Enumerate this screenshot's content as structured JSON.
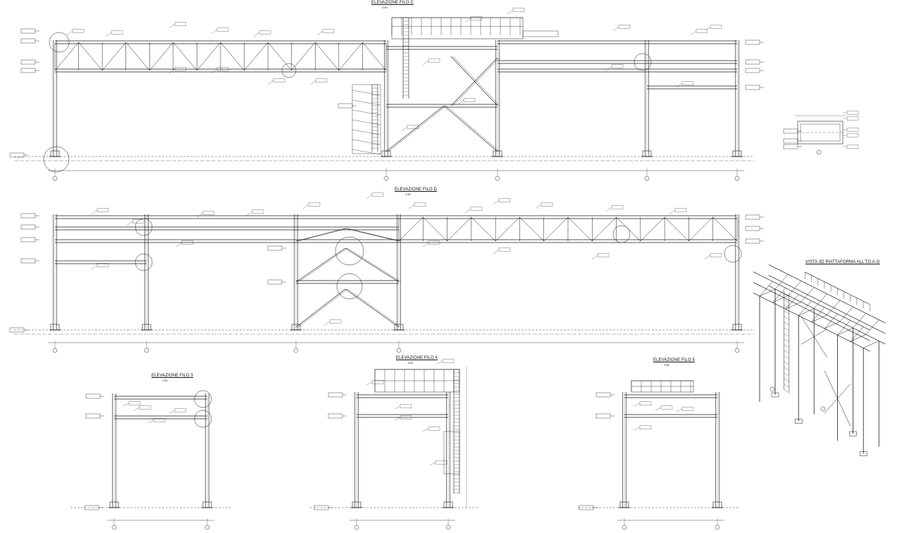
{
  "sheet": {
    "views": [
      {
        "id": "filo_c",
        "title": "ELEVAZIONE FILO C",
        "scale": "1:50"
      },
      {
        "id": "filo_d",
        "title": "ELEVAZIONE FILO D",
        "scale": "1:50"
      },
      {
        "id": "filo_3",
        "title": "ELEVAZIONE FILO 3",
        "scale": "1:50"
      },
      {
        "id": "filo_4",
        "title": "ELEVAZIONE FILO 4",
        "scale": "1:50"
      },
      {
        "id": "filo_5",
        "title": "ELEVAZIONE FILO 5",
        "scale": "1:50"
      },
      {
        "id": "vista_3d",
        "title": "VISTA 3D PIATTAFORMA ALL'TO A-G",
        "scale": ""
      }
    ]
  },
  "colors": {
    "line": "#1a1a1a",
    "grid": "#555555",
    "paper": "#ffffff"
  }
}
